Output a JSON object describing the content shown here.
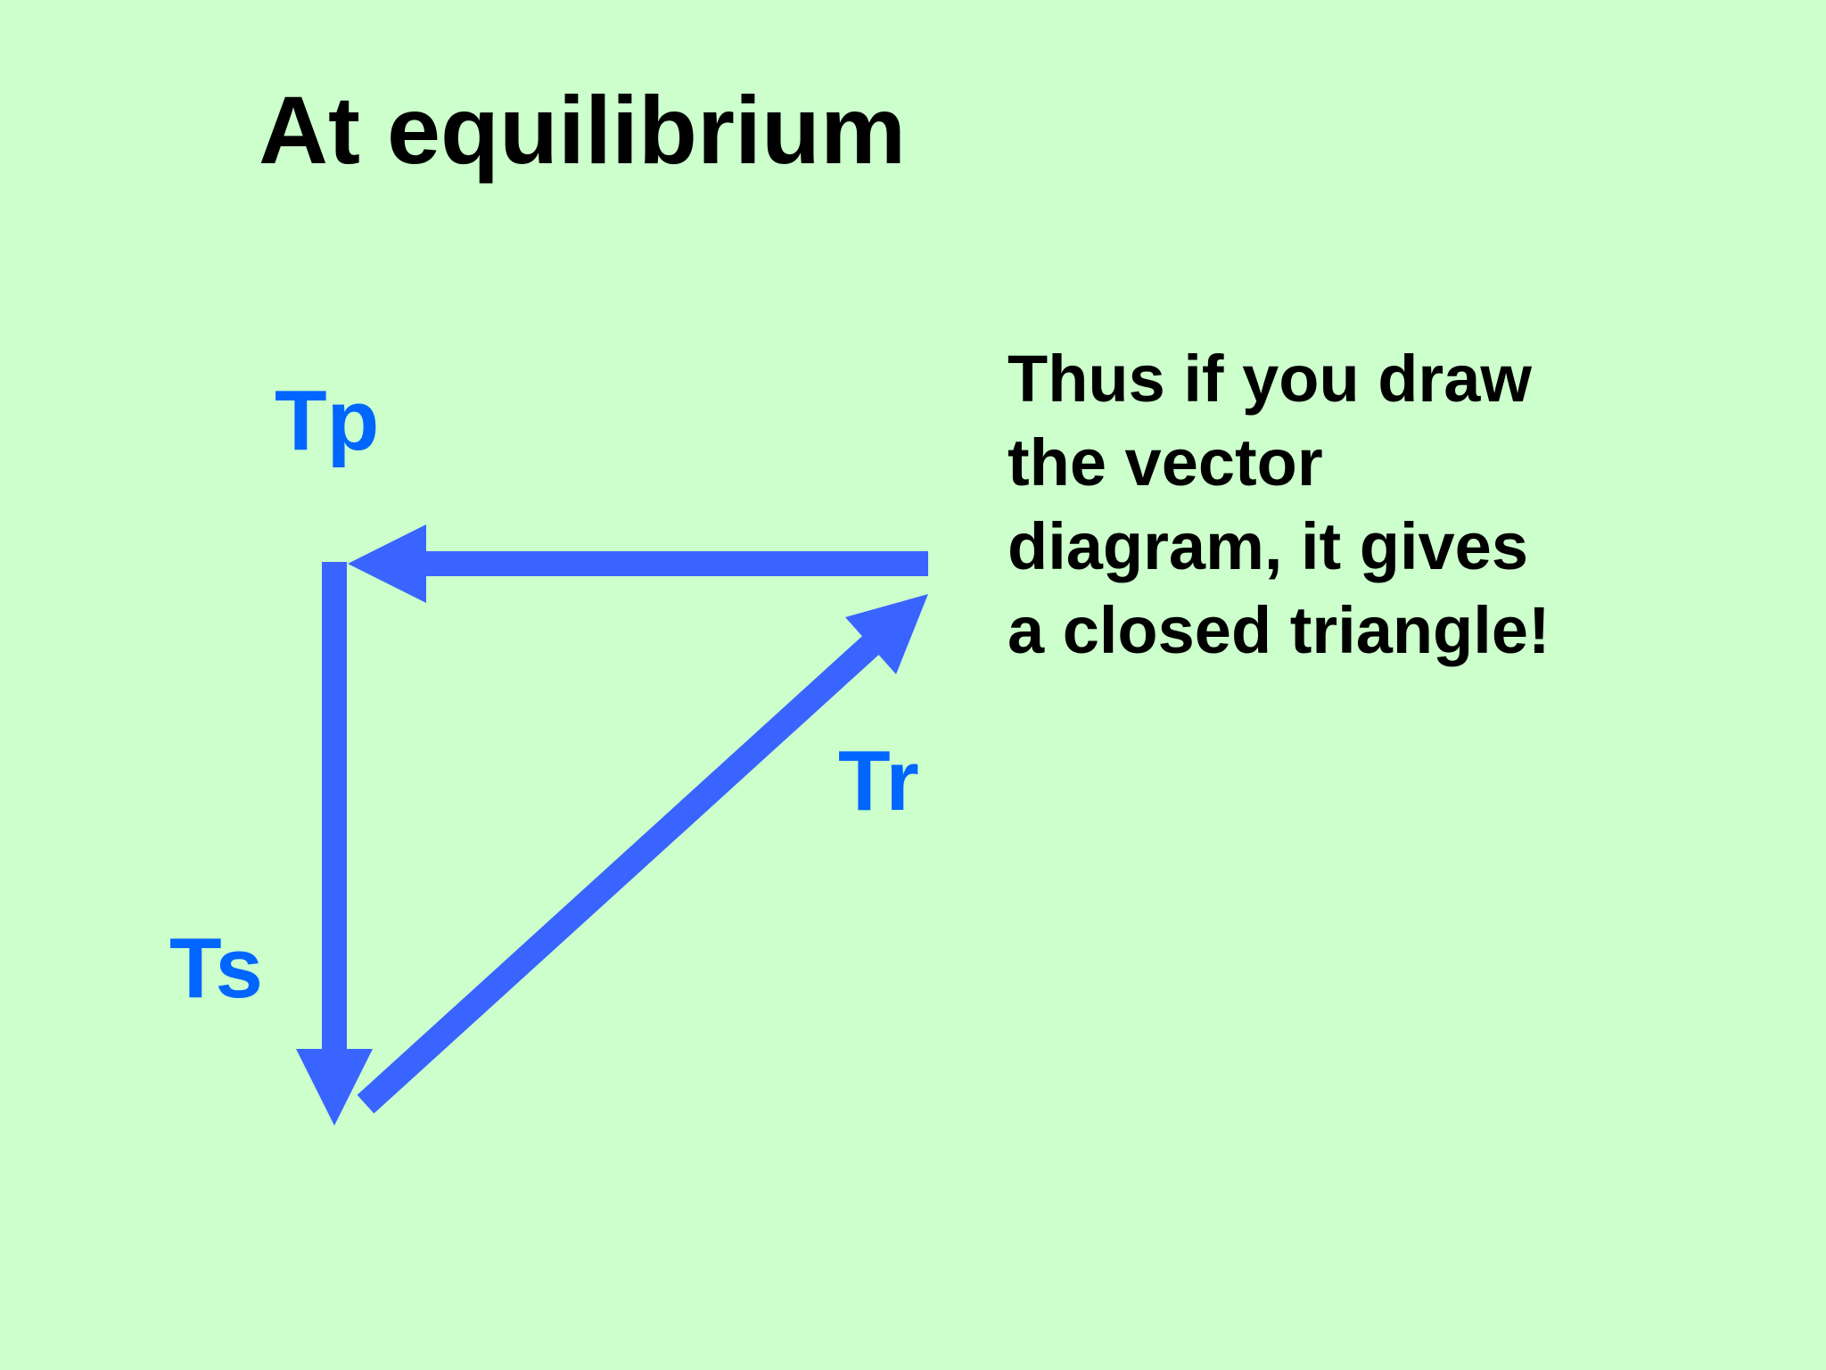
{
  "title": "At equilibrium",
  "vectors": {
    "tp": "Tp",
    "tr": "Tr",
    "ts": "Ts"
  },
  "note_lines": [
    "Thus if you draw",
    "the vector",
    "diagram, it gives",
    "a closed triangle!"
  ],
  "colors": {
    "background": "#ccffcc",
    "arrow": "#3a64ff",
    "label": "#0066ff",
    "text": "#000000"
  }
}
